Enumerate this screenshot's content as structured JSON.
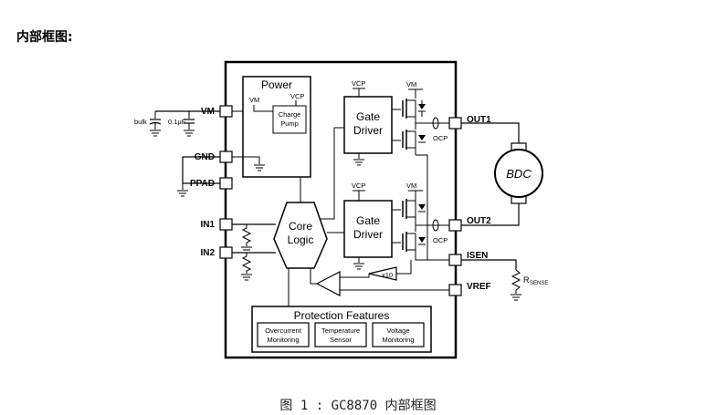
{
  "heading": "内部框图:",
  "caption": "图 1 :  GC8870 内部框图",
  "pins": {
    "vm": "VM",
    "gnd": "GND",
    "ppad": "PPAD",
    "in1": "IN1",
    "in2": "IN2",
    "out1": "OUT1",
    "out2": "OUT2",
    "isen": "ISEN",
    "vref": "VREF"
  },
  "external": {
    "bulk": "bulk",
    "cap": "0.1μF",
    "motor": "BDC",
    "rsense_main": "R",
    "rsense_sub": "SENSE"
  },
  "blocks": {
    "power": "Power",
    "power_vm": "VM",
    "power_vcp": "VCP",
    "charge_pump_line1": "Charge",
    "charge_pump_line2": "Pump",
    "core_logic_line1": "Core",
    "core_logic_line2": "Logic",
    "gate_driver_line1": "Gate",
    "gate_driver_line2": "Driver",
    "vcp": "VCP",
    "vm": "VM",
    "ocp": "OCP",
    "amp_gain": "x10"
  },
  "protection": {
    "title": "Protection Features",
    "items": [
      {
        "line1": "Overcurrent",
        "line2": "Monitoring"
      },
      {
        "line1": "Temperature",
        "line2": "Sensor"
      },
      {
        "line1": "Voltage",
        "line2": "Monitoring"
      }
    ]
  }
}
